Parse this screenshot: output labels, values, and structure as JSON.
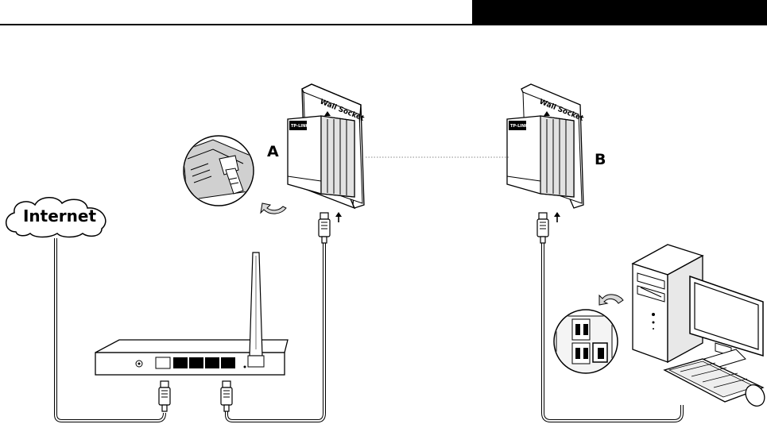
{
  "labels": {
    "internet": "Internet",
    "adapter_a": "A",
    "adapter_b": "B",
    "wall_socket": "Wall Socket",
    "brand": "TP-LINK"
  },
  "colors": {
    "line": "#000000",
    "fill": "#ffffff",
    "shade": "#d8d8d8",
    "header": "#000000"
  },
  "icons": [
    "cloud-icon",
    "router-icon",
    "antenna-icon",
    "powerline-adapter-icon",
    "wall-socket-icon",
    "ethernet-plug-icon",
    "arrow-up-icon",
    "rotate-arrow-icon",
    "desktop-tower-icon",
    "monitor-icon",
    "keyboard-icon",
    "mouse-icon",
    "magnifier-inset-icon"
  ]
}
